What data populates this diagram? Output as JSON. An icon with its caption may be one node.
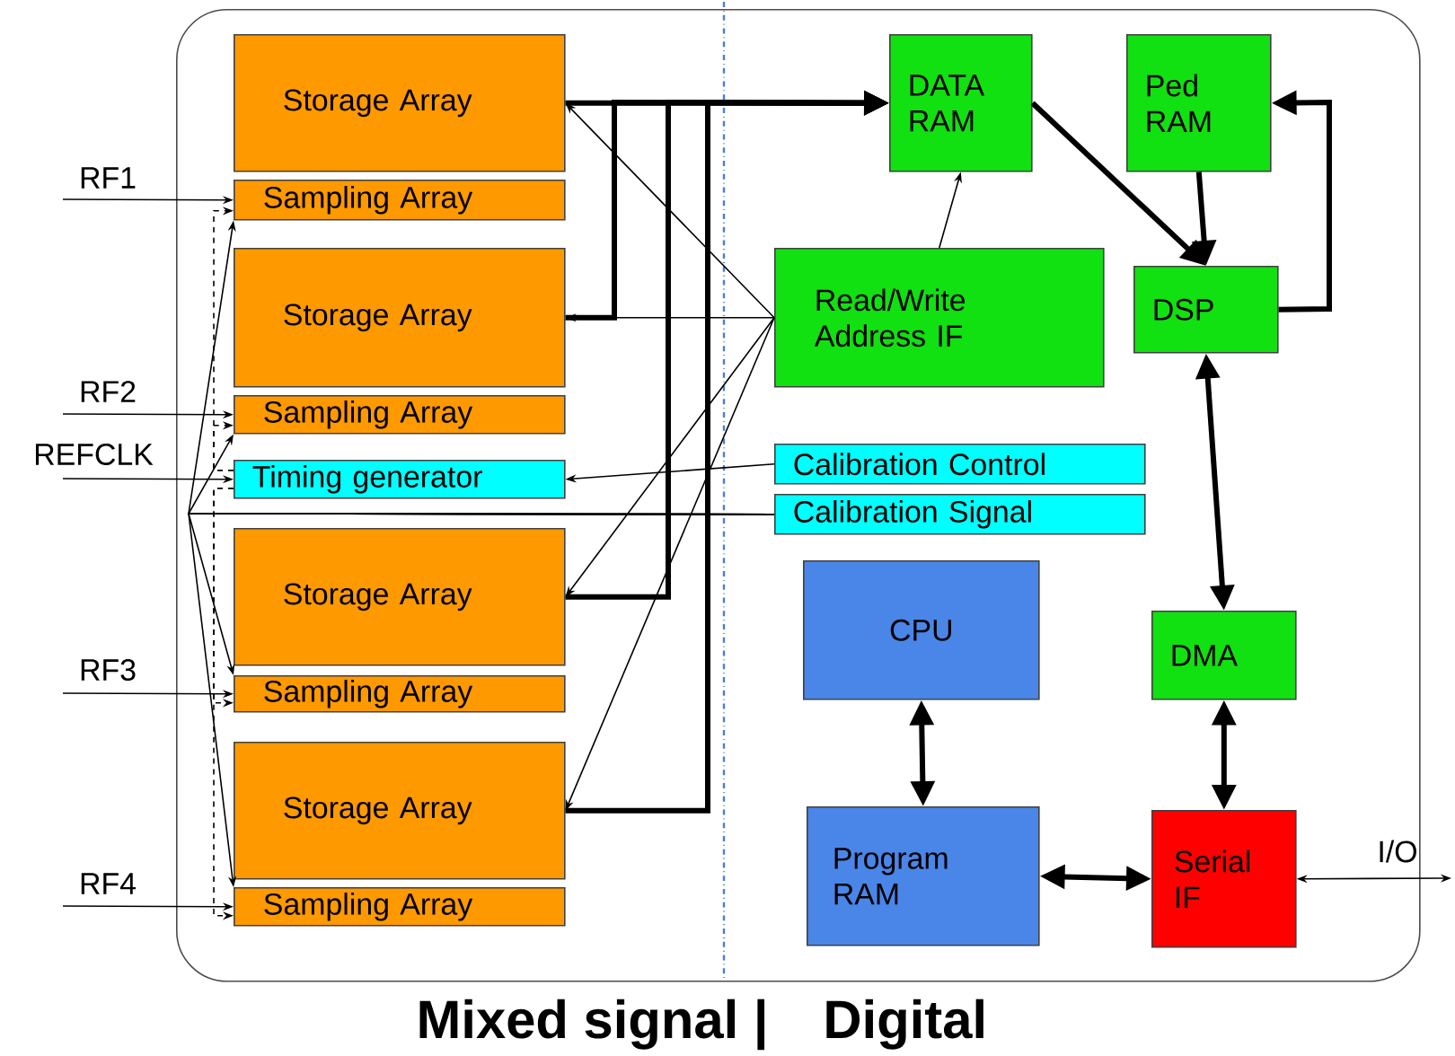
{
  "diagram": {
    "nodes": [
      {
        "text": [],
        "shape": "box"
      },
      {
        "text": [
          "Storage Array"
        ],
        "in": 0
      },
      {
        "text": [
          "Sampling Array"
        ],
        "in": 0
      },
      {
        "text": [
          "Storage Array"
        ],
        "in": 0
      },
      {
        "text": [
          "Sampling Array"
        ],
        "in": 0
      },
      {
        "text": [
          "Timing generator"
        ],
        "in": 0
      },
      {
        "text": [
          "Storage Array"
        ],
        "in": 0
      },
      {
        "text": [
          "Sampling Array"
        ],
        "in": 0
      },
      {
        "text": [
          "Storage Array"
        ],
        "in": 0
      },
      {
        "text": [
          "Sampling Array"
        ],
        "in": 0
      },
      {
        "text": [
          "DATA RAM"
        ],
        "in": 0
      },
      {
        "text": [
          "Ped RAM"
        ],
        "in": 0
      },
      {
        "text": [
          "Read/Write Address IF"
        ],
        "in": 0
      },
      {
        "text": [
          "DSP"
        ],
        "in": 0
      },
      {
        "text": [
          "Calibration Control"
        ],
        "in": 0
      },
      {
        "text": [
          "Calibration Signal"
        ],
        "in": 0
      },
      {
        "text": [
          "CPU"
        ],
        "in": 0
      },
      {
        "text": [
          "DMA"
        ],
        "in": 0
      },
      {
        "text": [
          "Program RAM"
        ],
        "in": 0
      },
      {
        "text": [
          "Serial IF"
        ],
        "in": 0
      }
    ],
    "edges": [
      {
        "from": 1,
        "to": 10,
        "arrow": "to",
        "style": "thick"
      },
      {
        "from": 3,
        "to": 10,
        "arrow": "to",
        "style": "thick"
      },
      {
        "from": 6,
        "to": 10,
        "arrow": "to",
        "style": "thick"
      },
      {
        "from": 8,
        "to": 10,
        "arrow": "to",
        "style": "thick"
      },
      {
        "from": 12,
        "to": 10,
        "arrow": "to"
      },
      {
        "from": 12,
        "to": 1,
        "arrow": "to"
      },
      {
        "from": 12,
        "to": 3,
        "arrow": "to"
      },
      {
        "from": 12,
        "to": 6,
        "arrow": "to"
      },
      {
        "from": 12,
        "to": 8,
        "arrow": "to"
      },
      {
        "from": 10,
        "to": 13,
        "arrow": "to",
        "style": "thick"
      },
      {
        "from": 11,
        "to": 13,
        "arrow": "to",
        "style": "thick"
      },
      {
        "from": 13,
        "to": 11,
        "arrow": "to",
        "style": "thick"
      },
      {
        "from": 13,
        "to": 17,
        "arrow": "both",
        "style": "thick"
      },
      {
        "from": 17,
        "to": 19,
        "arrow": "both",
        "style": "thick"
      },
      {
        "from": 16,
        "to": 18,
        "arrow": "both",
        "style": "thick"
      },
      {
        "from": 18,
        "to": 19,
        "arrow": "both",
        "style": "thick"
      },
      {
        "from": 14,
        "to": 5,
        "arrow": "to"
      },
      {
        "from": 15,
        "to": 2,
        "arrow": "to"
      },
      {
        "from": 15,
        "to": 4,
        "arrow": "to"
      },
      {
        "from": 15,
        "to": 7,
        "arrow": "to"
      },
      {
        "from": 15,
        "to": 9,
        "arrow": "to"
      },
      {
        "from": 5,
        "to": 2,
        "arrow": "to",
        "style": "dashed"
      },
      {
        "from": 5,
        "to": 4,
        "arrow": "to",
        "style": "dashed"
      },
      {
        "from": 5,
        "to": 7,
        "arrow": "to",
        "style": "dashed"
      },
      {
        "from": 5,
        "to": 9,
        "arrow": "to",
        "style": "dashed"
      },
      {
        "from": null,
        "to": 2,
        "arrow": "to",
        "label": "RF1"
      },
      {
        "from": null,
        "to": 4,
        "arrow": "to",
        "label": "RF2"
      },
      {
        "from": null,
        "to": 5,
        "arrow": "to",
        "label": "REFCLK"
      },
      {
        "from": null,
        "to": 7,
        "arrow": "to",
        "label": "RF3"
      },
      {
        "from": null,
        "to": 9,
        "arrow": "to",
        "label": "RF4"
      },
      {
        "from": 19,
        "to": null,
        "arrow": "both",
        "label": "I/O"
      }
    ],
    "labels": [
      "Mixed signal |",
      "Digital"
    ]
  }
}
